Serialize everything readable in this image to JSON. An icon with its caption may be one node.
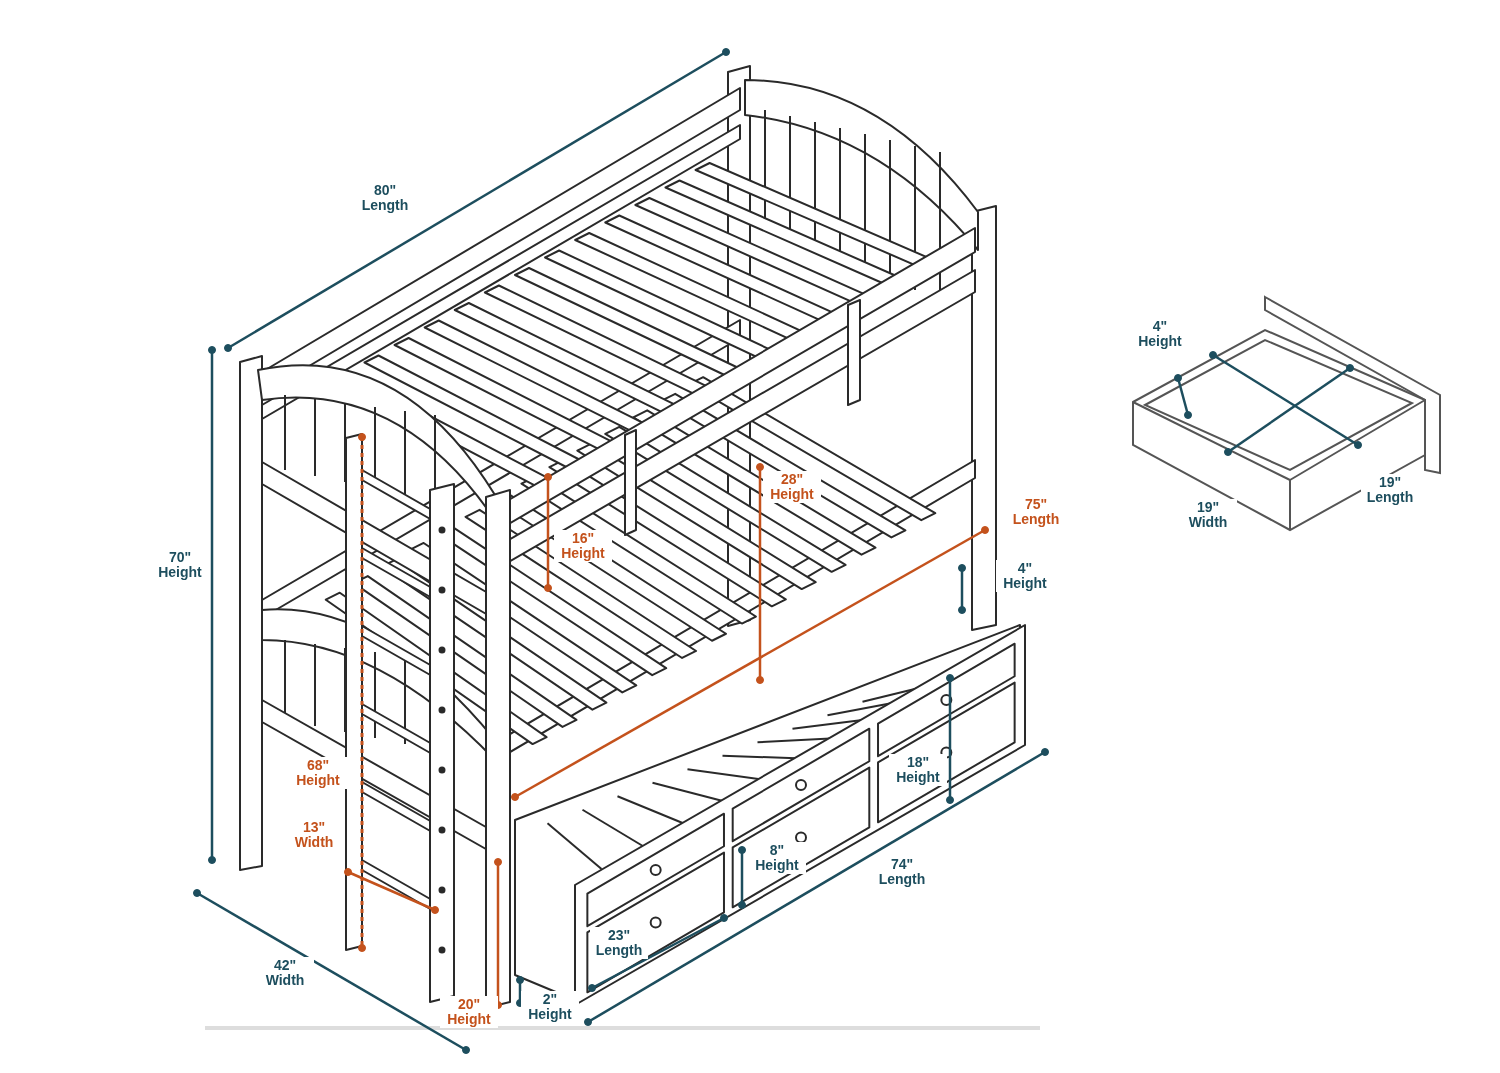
{
  "diagram": {
    "labels": [
      "80\" Length",
      "4\" Height",
      "28\" Height",
      "19\" Length",
      "75\" Length",
      "19\" Width",
      "16\" Height",
      "70\" Height",
      "4\" Height",
      "18\" Height",
      "68\" Height",
      "13\" Width",
      "8\" Height",
      "74\" Length",
      "23\" Length",
      "42\" Width",
      "2\" Height",
      "20\" Height"
    ]
  }
}
